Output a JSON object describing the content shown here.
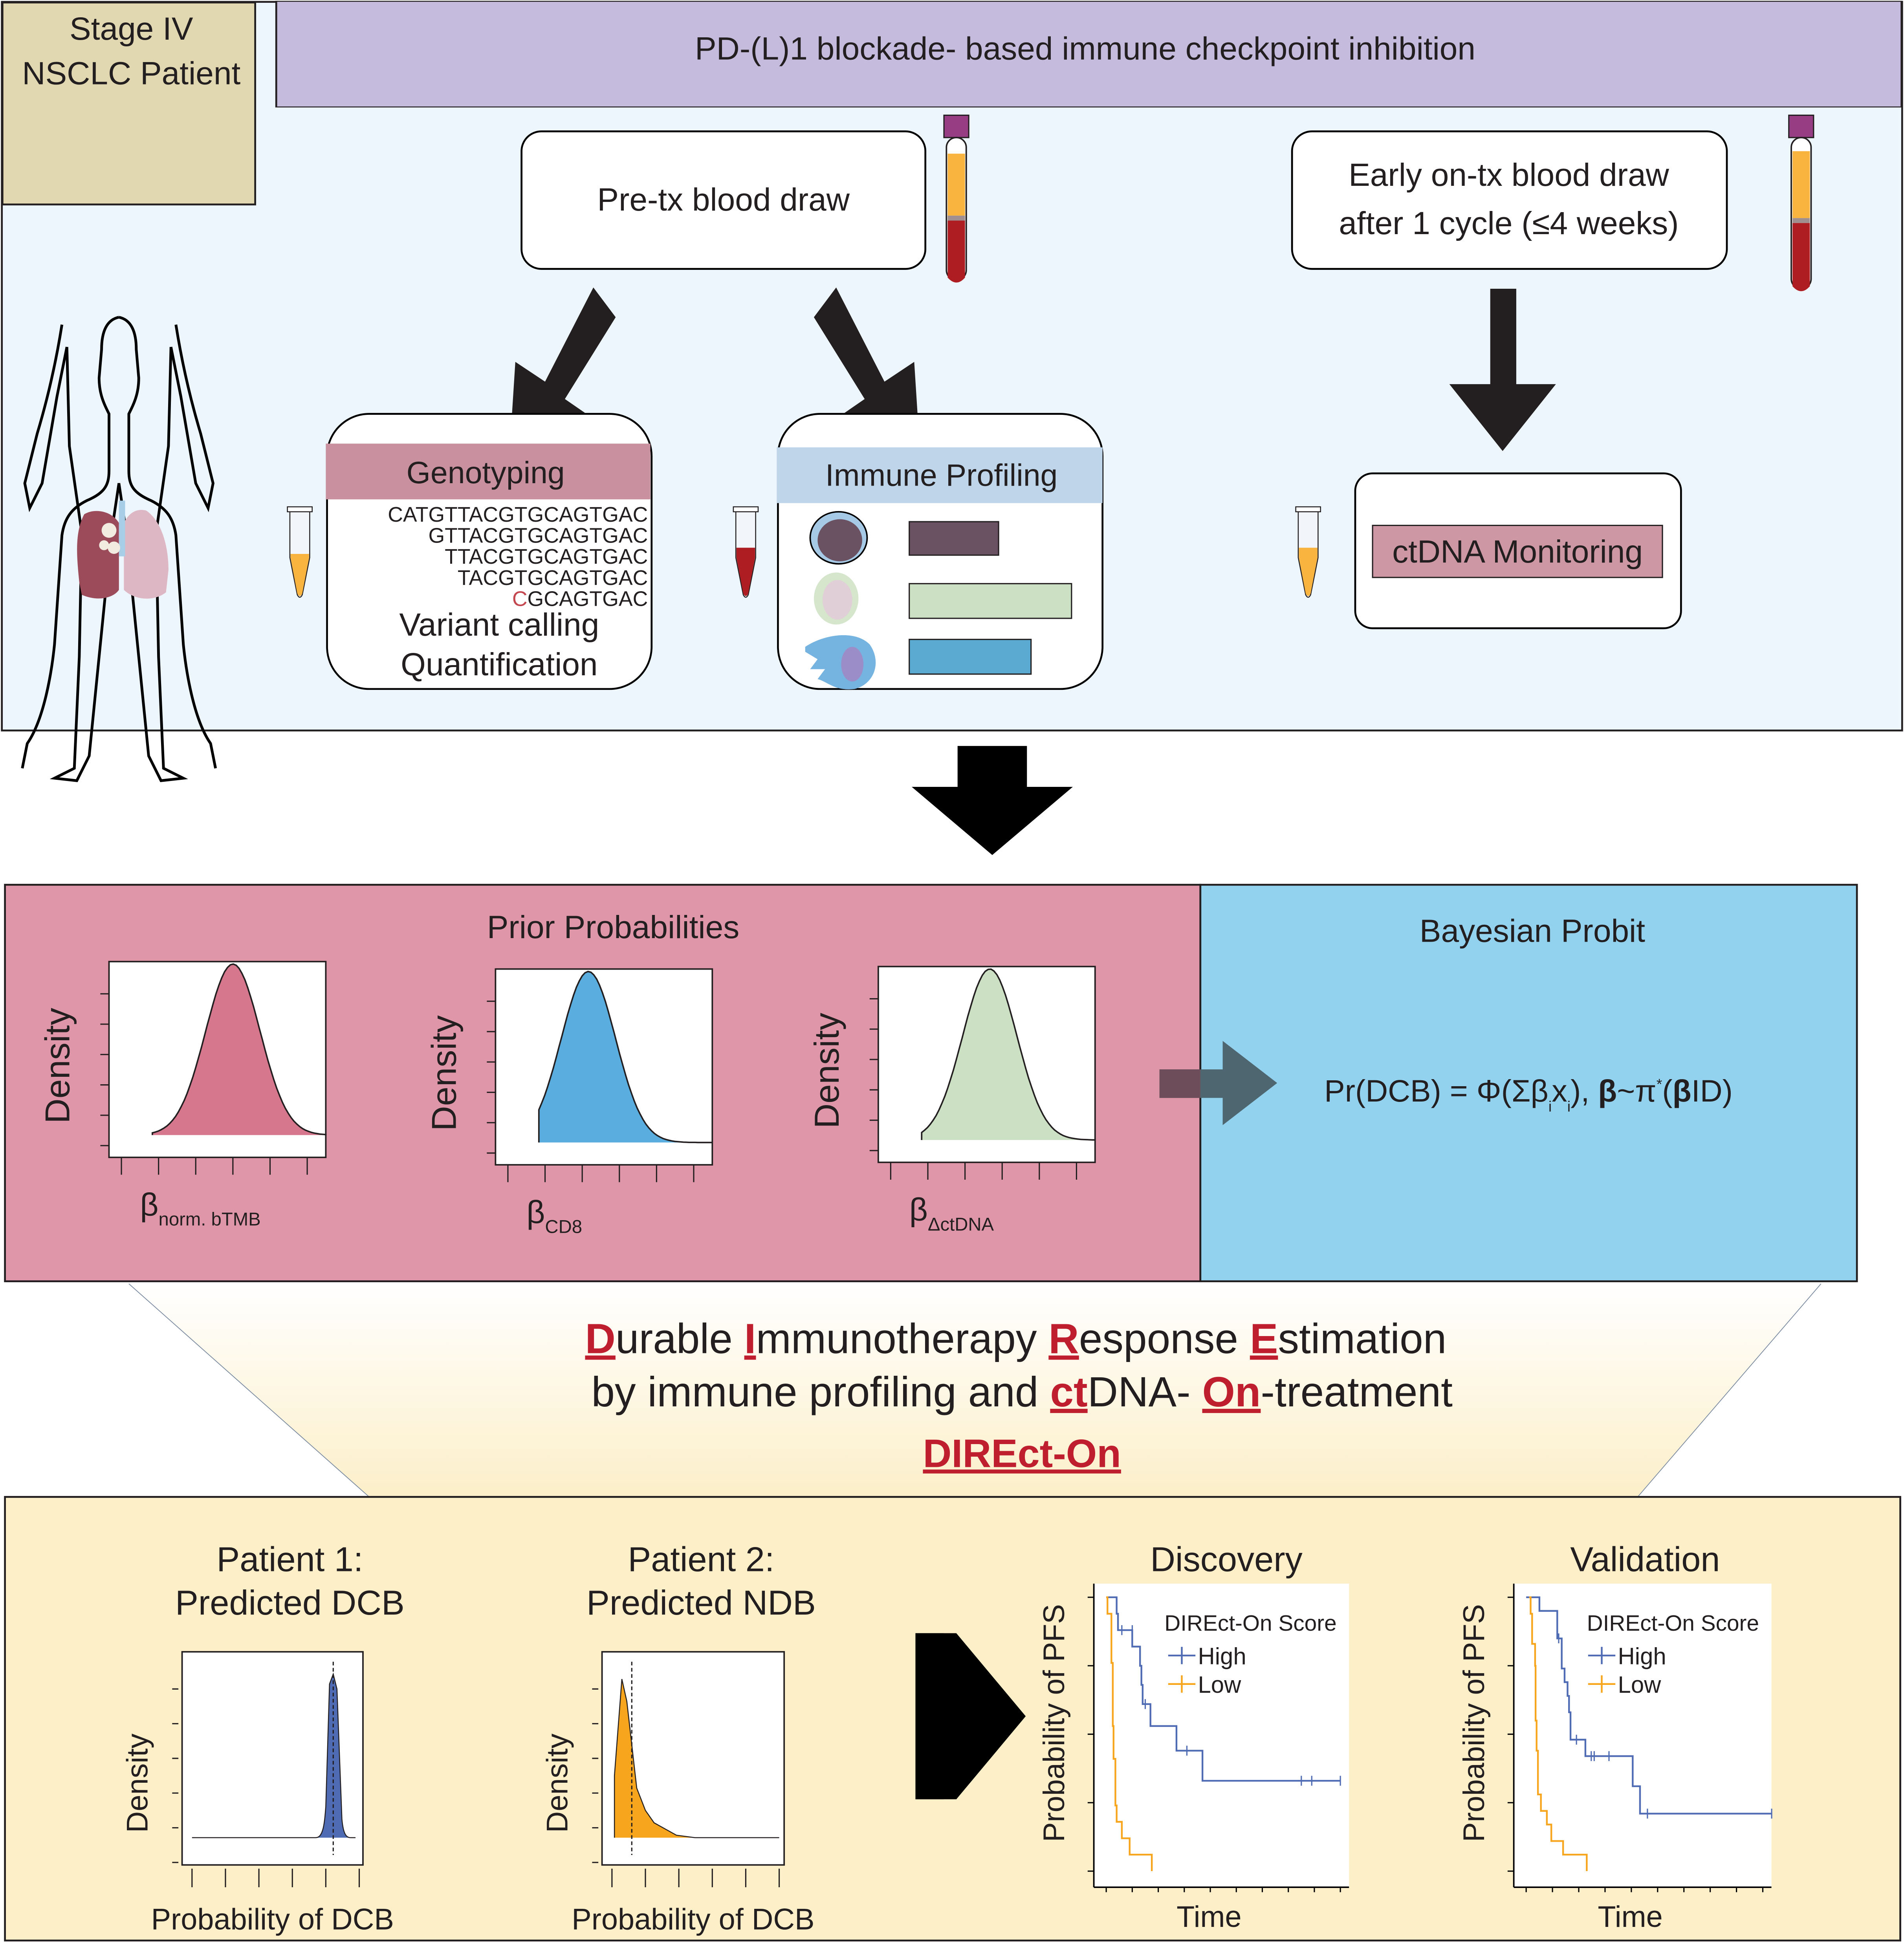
{
  "header": {
    "patient_label_line1": "Stage IV",
    "patient_label_line2": "NSCLC Patient",
    "therapy_banner": "PD-(L)1 blockade- based immune checkpoint inhibition"
  },
  "sampling": {
    "pre_tx_box": "Pre-tx blood draw",
    "on_tx_box_line1": "Early on-tx blood draw",
    "on_tx_box_line2": "after 1 cycle (≤4 weeks)",
    "genotyping": {
      "title": "Genotyping",
      "reads": [
        "CATGTTACGTGCAGTGAC",
        "GTTACGTGCAGTGAC",
        "TTACGTGCAGTGAC",
        "TACGTGCAGTGAC"
      ],
      "variant_read_variant_base": "C",
      "variant_read_rest": "GCAGTGAC",
      "line1": "Variant calling",
      "line2": "Quantification"
    },
    "immune_profiling": {
      "title": "Immune Profiling",
      "cell_bars": [
        {
          "cell": "lymphocyte",
          "relative_level": 0.55,
          "color": "#6b5263"
        },
        {
          "cell": "t-cell",
          "relative_level": 1.0,
          "color": "#cce0c4"
        },
        {
          "cell": "dendritic-cell",
          "relative_level": 0.75,
          "color": "#5aaad2"
        }
      ]
    },
    "ctdna": {
      "title": "ctDNA Monitoring"
    }
  },
  "priors": {
    "title": "Prior Probabilities",
    "ylabel": "Density",
    "plots": [
      {
        "beta": "β",
        "subscript": "norm. bTMB",
        "color": "#d6778e"
      },
      {
        "beta": "β",
        "subscript": "CD8",
        "color": "#5aaddf"
      },
      {
        "beta": "β",
        "subscript": "ΔctDNA",
        "color": "#cce0c4"
      }
    ]
  },
  "model": {
    "title": "Bayesian Probit",
    "formula_parts": {
      "lhs": "Pr(DCB) = Φ(Σβ",
      "sub_i1": "i",
      "x": "x",
      "sub_i2": "i",
      "mid": "), ",
      "beta_bold": "β",
      "tilde_pi": "~π",
      "star": "*",
      "open": "(",
      "beta_bold2": "β",
      "close": "ID)"
    }
  },
  "acronym": {
    "line1": [
      {
        "t": "D",
        "hl": true
      },
      {
        "t": "urable ",
        "hl": false
      },
      {
        "t": "I",
        "hl": true
      },
      {
        "t": "mmunotherapy ",
        "hl": false
      },
      {
        "t": "R",
        "hl": true
      },
      {
        "t": "esponse ",
        "hl": false
      },
      {
        "t": "E",
        "hl": true
      },
      {
        "t": "stimation",
        "hl": false
      }
    ],
    "line2": [
      {
        "t": "by immune profiling and ",
        "hl": false
      },
      {
        "t": "ct",
        "hl": true
      },
      {
        "t": "DNA- ",
        "hl": false
      },
      {
        "t": "On",
        "hl": true
      },
      {
        "t": "-treatment",
        "hl": false
      }
    ],
    "name": "DIREct-On",
    "highlight_color": "#be1e2d"
  },
  "results": {
    "patient1": {
      "title_line1": "Patient 1:",
      "title_line2": "Predicted DCB",
      "ylabel": "Density",
      "xlabel": "Probability of DCB",
      "color": "#4e6bb4"
    },
    "patient2": {
      "title_line1": "Patient 2:",
      "title_line2": "Predicted NDB",
      "ylabel": "Density",
      "xlabel": "Probability of DCB",
      "color": "#f7a51c"
    }
  },
  "chart_data": [
    {
      "type": "line",
      "title": "Discovery",
      "xlabel": "Time",
      "ylabel": "Probability of PFS",
      "legend_title": "DIREct-On Score",
      "legend_position": "top-right",
      "ylim": [
        0,
        1
      ],
      "xlim": [
        0,
        9
      ],
      "series": [
        {
          "name": "High",
          "color": "#4e6bb4",
          "steps": [
            [
              0,
              1.0
            ],
            [
              0.4,
              0.94
            ],
            [
              0.45,
              0.88
            ],
            [
              1.0,
              0.82
            ],
            [
              1.3,
              0.75
            ],
            [
              1.35,
              0.68
            ],
            [
              1.4,
              0.61
            ],
            [
              1.7,
              0.53
            ],
            [
              2.7,
              0.44
            ],
            [
              3.7,
              0.33
            ],
            [
              9.0,
              0.33
            ]
          ],
          "censored": [
            [
              0.6,
              0.88
            ],
            [
              1.0,
              0.88
            ],
            [
              1.5,
              0.61
            ],
            [
              3.1,
              0.44
            ],
            [
              7.5,
              0.33
            ],
            [
              7.9,
              0.33
            ],
            [
              9.0,
              0.33
            ]
          ]
        },
        {
          "name": "Low",
          "color": "#f7a51c",
          "steps": [
            [
              0,
              1.0
            ],
            [
              0.05,
              0.94
            ],
            [
              0.2,
              0.76
            ],
            [
              0.25,
              0.53
            ],
            [
              0.28,
              0.41
            ],
            [
              0.35,
              0.24
            ],
            [
              0.4,
              0.18
            ],
            [
              0.6,
              0.12
            ],
            [
              0.9,
              0.06
            ],
            [
              1.75,
              0.0
            ]
          ],
          "censored": []
        }
      ]
    },
    {
      "type": "line",
      "title": "Validation",
      "xlabel": "Time",
      "ylabel": "Probability of PFS",
      "legend_title": "DIREct-On Score",
      "legend_position": "top-right",
      "ylim": [
        0,
        1
      ],
      "xlim": [
        0,
        8
      ],
      "series": [
        {
          "name": "High",
          "color": "#4e6bb4",
          "steps": [
            [
              0,
              1.0
            ],
            [
              0.45,
              0.95
            ],
            [
              1.05,
              0.85
            ],
            [
              1.2,
              0.74
            ],
            [
              1.3,
              0.69
            ],
            [
              1.4,
              0.64
            ],
            [
              1.45,
              0.58
            ],
            [
              1.5,
              0.48
            ],
            [
              2.0,
              0.42
            ],
            [
              3.6,
              0.31
            ],
            [
              3.85,
              0.21
            ],
            [
              8.3,
              0.21
            ]
          ],
          "censored": [
            [
              1.1,
              0.85
            ],
            [
              1.7,
              0.48
            ],
            [
              2.2,
              0.42
            ],
            [
              2.3,
              0.42
            ],
            [
              2.8,
              0.42
            ],
            [
              4.1,
              0.21
            ],
            [
              8.3,
              0.21
            ]
          ]
        },
        {
          "name": "Low",
          "color": "#f7a51c",
          "steps": [
            [
              0.1,
              1.0
            ],
            [
              0.15,
              0.94
            ],
            [
              0.2,
              0.83
            ],
            [
              0.3,
              0.75
            ],
            [
              0.32,
              0.55
            ],
            [
              0.35,
              0.44
            ],
            [
              0.4,
              0.28
            ],
            [
              0.5,
              0.22
            ],
            [
              0.7,
              0.17
            ],
            [
              0.85,
              0.11
            ],
            [
              1.25,
              0.06
            ],
            [
              2.05,
              0.0
            ]
          ],
          "censored": []
        }
      ]
    }
  ]
}
